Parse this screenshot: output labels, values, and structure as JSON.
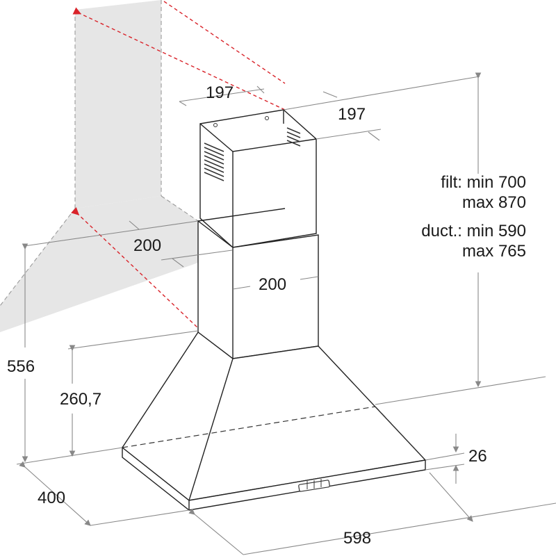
{
  "dimensions": {
    "chimney_upper_width": "197",
    "chimney_upper_depth": "197",
    "chimney_lower_width": "200",
    "chimney_lower_depth": "200",
    "height_filter_line1": "filt: min 700",
    "height_filter_line2": "max 870",
    "height_duct_line1": "duct.: min 590",
    "height_duct_line2": "max 765",
    "hood_total_height": "556",
    "hood_canopy_height": "260,7",
    "hood_rim_height": "26",
    "hood_depth": "400",
    "hood_width": "598"
  }
}
